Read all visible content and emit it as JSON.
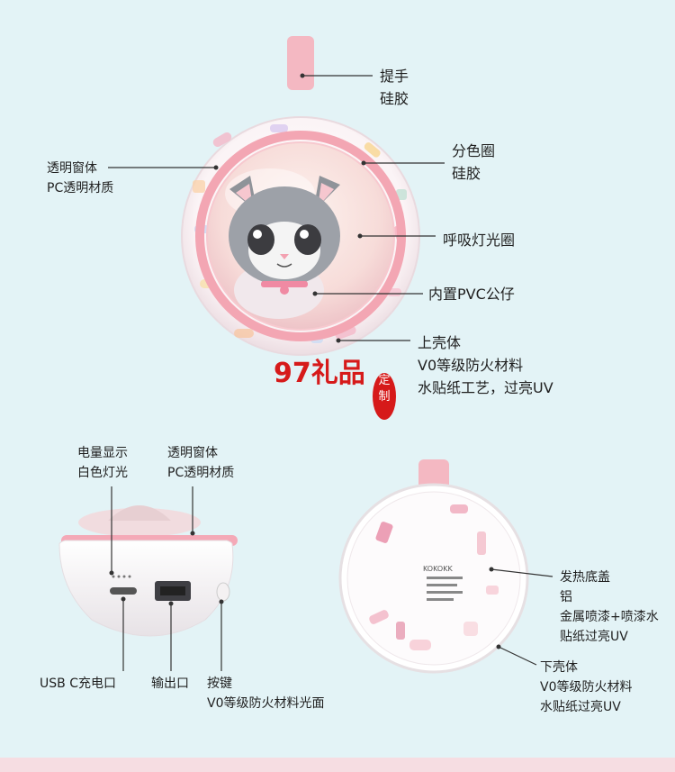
{
  "top": {
    "strap": [
      "提手",
      "硅胶"
    ],
    "window": [
      "透明窗体",
      "PC透明材质"
    ],
    "ring": [
      "分色圈",
      "硅胶"
    ],
    "breath": [
      "呼吸灯光圈"
    ],
    "figure": [
      "内置PVC公仔"
    ],
    "shell": [
      "上壳体",
      "V0等级防火材料",
      "水贴纸工艺，过亮UV"
    ]
  },
  "brand": {
    "text": "97礼品",
    "seal": [
      "定",
      "制"
    ]
  },
  "bottom_left": {
    "battery": [
      "电量显示",
      "白色灯光"
    ],
    "window": [
      "透明窗体",
      "PC透明材质"
    ],
    "usb": [
      "USB C充电口"
    ],
    "output": [
      "输出口"
    ],
    "button": [
      "按键",
      "V0等级防火材料光面"
    ]
  },
  "bottom_right": {
    "cover": [
      "发热底盖",
      "铝",
      "金属喷漆+喷漆水",
      "贴纸过亮UV"
    ],
    "lower_shell": [
      "下壳体",
      "V0等级防火材料",
      "水贴纸过亮UV"
    ],
    "back_brand": "KOKOKK"
  },
  "colors": {
    "background": "#e3f3f6",
    "pink": "#f4b8c2",
    "ring_pink": "#f3a6b3",
    "brand_red": "#d61a1a"
  }
}
